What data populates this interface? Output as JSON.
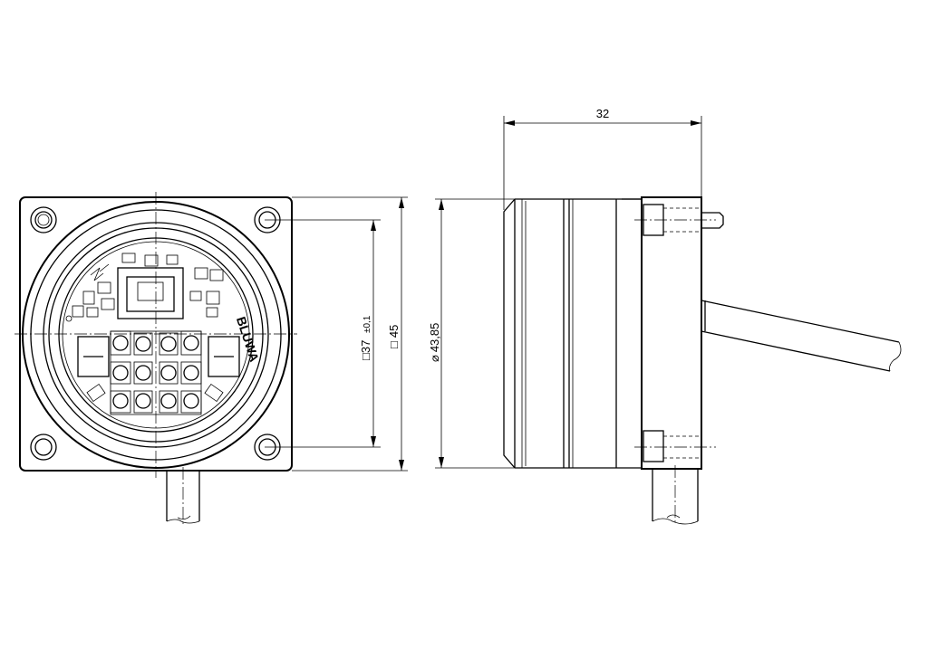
{
  "dimensions": {
    "length": "32",
    "inner_square": "37",
    "inner_square_tolerance": "±0,1",
    "outer_square": "45",
    "diameter": "43,85"
  },
  "symbols": {
    "square_symbol": "□",
    "diameter_symbol": "⌀"
  },
  "pcb_label": "BLUWA"
}
